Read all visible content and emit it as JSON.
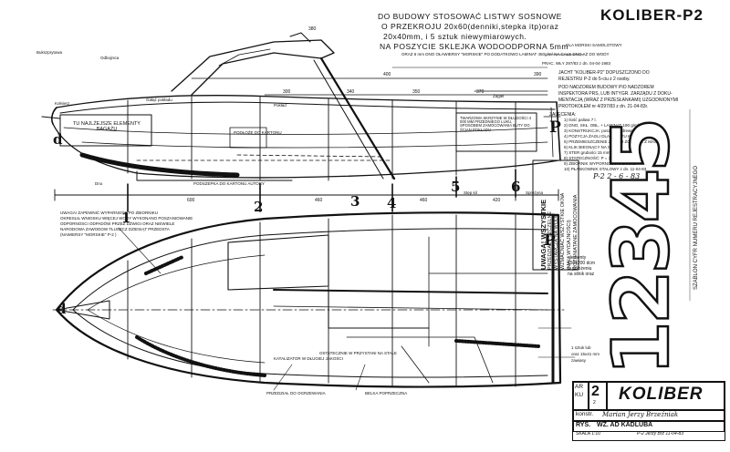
{
  "header": {
    "title": "KOLIBER-P2",
    "notes": [
      "DO BUDOWY  STOSOWAĆ LISTWY SOSNOWE",
      "O PRZEKROJU  20x60(denniki,stepka itp)oraz",
      "20x40mm,  i 5 sztuk niewymiarowych.",
      "NA POSZYCIE SKLEJKA WODOODPORNA 5mm"
    ],
    "notes_tail": "OLA MORSKI SAMOLOTOWY",
    "laminate_note": "ORAZ 6 mm DNO OŁAWIERSY \"MORSKIE\" PO DODATKOWO LAMINAT 450g/m² NA CAŁE DNO AŻ DO WODY",
    "approval_line": "PRAC. WŁY 297/83 z dn. 04-04-1983"
  },
  "right_notes": {
    "lines": [
      "JACHT \"KOLIBER-P2\" DOPUSZCZONO DO",
      "REJESTRU P-2 do 5-ciu z 2 osoby.  ",
      "POD NADZOREM  BUDOWY PIO NADZOREM",
      "INSPEKTORA PRS, LUB INTYGR. ZARZĄDU Z DOKU-",
      "MENTACJĄ (WRAZ Z PRZESŁANKAMI) UZGODNIONYMI",
      "PROTOKOŁEM nr 4/297/83 z dn. 21-04-83r."
    ],
    "spec_head": "ZALECENIA:",
    "spec_items": [
      "1) Ilość paliwa 7 l.",
      "2) DNO, SKŁ. OBL. + LAMINAT 190 g/m²",
      "3) KONSTRUKCJA: poszycie z drewna dn. 4 m",
      "4) POZYCJA ŻAGLI DLA JACHTU KL. P 2",
      "5) PRZEMIESZCZENIE ZAŁOGI ZGODNIE Z MASĄ",
      "6) KLIK BIEGNĄCY NA STOPE",
      "7) STER  grubości 15 mm",
      "8) STATECZNOŚĆ: P = 300 kG",
      "9) ZBIORNIK WYPORNOŚCI z drewna",
      "10) PŁASKOWNIK STALOWY  z dn. 11-04-83"
    ],
    "signature": "P-2  2 - 6 - 83"
  },
  "side_view": {
    "label_baggage": "TU NAJLŻEJSZE ELEMENTY BAGAŻU",
    "label_stiffener": "TWARZOWA SKRZYNIE W DŁUGOŚCI 4 000 MM PRZEDNIEGO LUKU, SPOSOBEM ZAMOCOWANIA BUTY DO ŚCIAN POKŁADU",
    "label_mast": "PODŁOŻE DO KARTONU",
    "label_keel_note": "PODSZEPKA DO KARTONU AUTORY",
    "dims_top": [
      "380",
      "300",
      "340",
      "350",
      "370"
    ],
    "dims_bottom": [
      "600",
      "460",
      "460",
      "420"
    ],
    "dims_misc": [
      "400",
      "390"
    ],
    "station_labels": [
      "d",
      "1",
      "2",
      "3",
      "4",
      "5",
      "6",
      "P"
    ],
    "small_tags": [
      "Bukszprytowa",
      "Odbojnica",
      "Gałąź pokładu",
      "Dno",
      "Żagiel",
      "Stęp kil",
      "Kołnierz",
      "Pokład",
      "Sprężyna"
    ]
  },
  "plan_view": {
    "stamp_lines": [
      "UWAGA! WSZYSTKIE",
      "PRZEDZIAŁY SZCZELNE",
      "WYSTARCZĄ NA WODĘ",
      "WZMACNIAĆ WSZYSTKIE  OKNA",
      "(MALI WYDAJNOŚCI)",
      "ROZGNIATANE ZAMOCOWANIA"
    ],
    "hull_note_lines": [
      "UWAGA!  ZAPEWNIĆ WYPARNOŚĆ PO ZBIORNIKU",
      "OKRESLIŁ  WNIOSKU WIĘCEJ WODY  WYKONANO POSZANIOWANIE",
      "ODPORNOSCI ODPADÓW PRZEŻ DŹWIGI ORAZ NIEWIELE",
      "NARODOWA ZAWODOW TŁUSZCZ DZIESIĄT  PRZEDSTA",
      "(NAWIERSY \"MORSKIE\" P-2 )"
    ],
    "tag_P": "P",
    "tag_d": "d",
    "side_note": "elementy\n150x200 dcm\nw położeniu\nna silnik oraz",
    "stern_tags": [
      "1 sztuk lub",
      "oraz 15x41 mm",
      "zawiasy"
    ],
    "bottom_notes": [
      "PRZEDZIAŁ DO OGRZEWANIA",
      "OSTATECZNIE W PRZYSTANI NA STAŁE",
      "KATALIZATOR W DŁUGIEJ JAKOŚCI",
      "BELKA POPRZECZNA"
    ]
  },
  "stamp": {
    "number": "12345",
    "caption": "SZABLON CYFR NUMERU REJESTRACYJNEGO"
  },
  "titleblock": {
    "ark_label": "AR",
    "ku_label": "KU",
    "sheet_no": "2",
    "of": "2",
    "name": "KOLIBER",
    "constructor_label": "konstr.",
    "constructor_name": "Marian Jerzy Brzeźniak",
    "drawn_label": "RYS.",
    "drawn_name": "WZ. AD KADLUBA",
    "scale_label": "SKALA 1:10",
    "sign_line": "P-2  Jerzy Brz  11-04-83"
  }
}
